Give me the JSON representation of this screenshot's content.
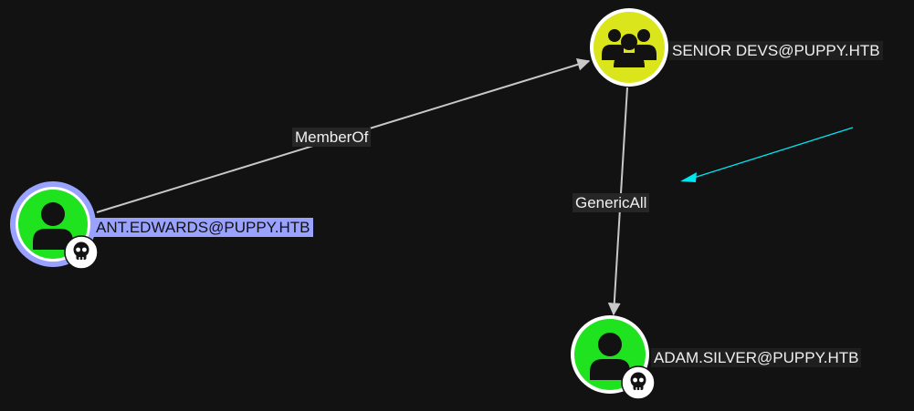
{
  "graph": {
    "nodes": [
      {
        "id": "senior-devs",
        "label": "SENIOR DEVS@PUPPY.HTB",
        "kind": "group",
        "fill": "#dbe51c",
        "owned": false,
        "selected": false
      },
      {
        "id": "ant-edwards",
        "label": "ANT.EDWARDS@PUPPY.HTB",
        "kind": "user",
        "fill": "#1ee31e",
        "owned": true,
        "selected": true
      },
      {
        "id": "adam-silver",
        "label": "ADAM.SILVER@PUPPY.HTB",
        "kind": "user",
        "fill": "#1ee31e",
        "owned": true,
        "selected": false
      }
    ],
    "edges": [
      {
        "from": "ant-edwards",
        "to": "senior-devs",
        "label": "MemberOf"
      },
      {
        "from": "senior-devs",
        "to": "adam-silver",
        "label": "GenericAll"
      }
    ]
  },
  "colors": {
    "background": "#121212",
    "edge": "#c8c8c8",
    "selection_ring": "#9aa2ff",
    "annotation_arrow": "#00e5f0"
  },
  "icons": {
    "group": "group-icon",
    "user": "user-icon",
    "owned": "skull-icon"
  }
}
